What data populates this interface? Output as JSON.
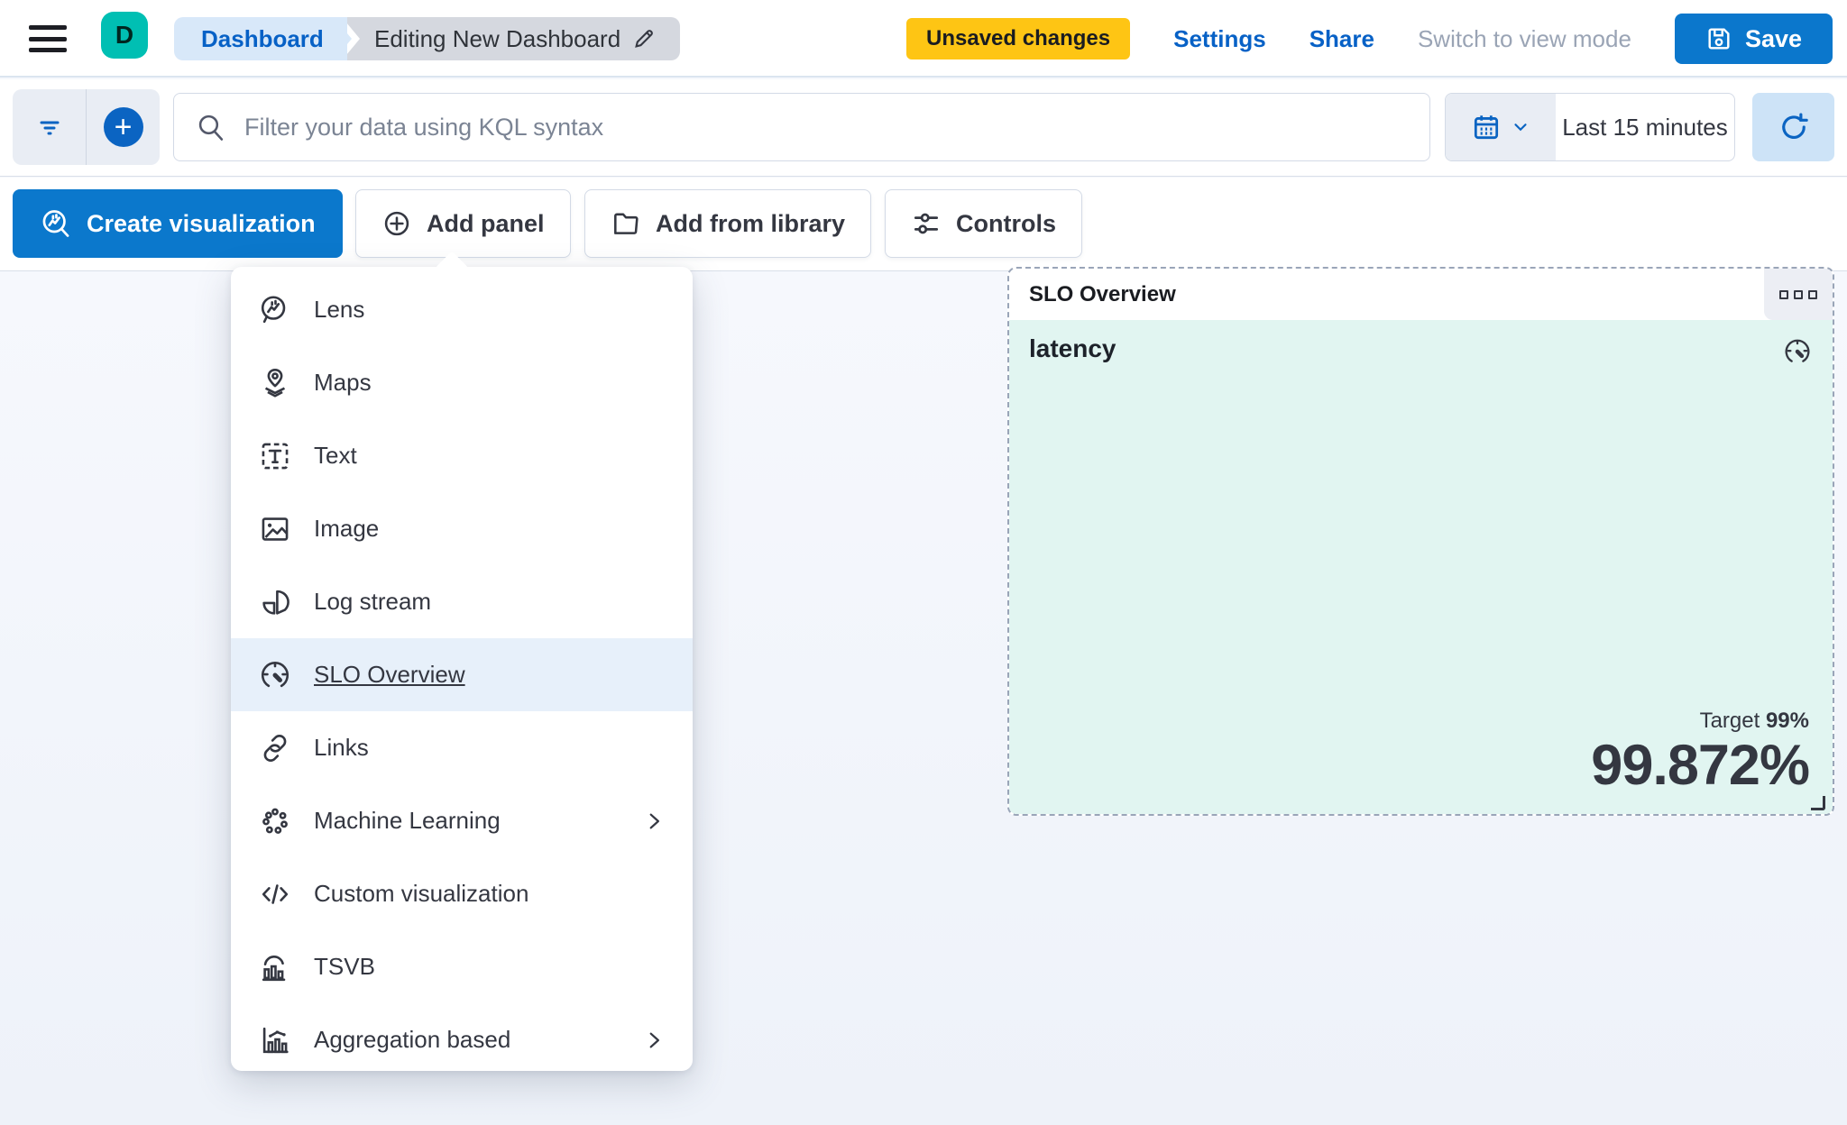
{
  "header": {
    "logo_letter": "D",
    "breadcrumbs": {
      "root": "Dashboard",
      "current": "Editing New Dashboard"
    },
    "unsaved_badge": "Unsaved changes",
    "settings_label": "Settings",
    "share_label": "Share",
    "switch_view_label": "Switch to view mode",
    "save_label": "Save"
  },
  "filter_bar": {
    "kql_placeholder": "Filter your data using KQL syntax",
    "time_range": "Last 15 minutes"
  },
  "toolbar": {
    "create_visualization": "Create visualization",
    "add_panel": "Add panel",
    "add_from_library": "Add from library",
    "controls": "Controls"
  },
  "add_panel_menu": {
    "items": [
      {
        "label": "Lens",
        "icon": "lens-icon",
        "selected": false,
        "has_submenu": false
      },
      {
        "label": "Maps",
        "icon": "maps-icon",
        "selected": false,
        "has_submenu": false
      },
      {
        "label": "Text",
        "icon": "text-icon",
        "selected": false,
        "has_submenu": false
      },
      {
        "label": "Image",
        "icon": "image-icon",
        "selected": false,
        "has_submenu": false
      },
      {
        "label": "Log stream",
        "icon": "log-stream-icon",
        "selected": false,
        "has_submenu": false
      },
      {
        "label": "SLO Overview",
        "icon": "gauge-icon",
        "selected": true,
        "has_submenu": false
      },
      {
        "label": "Links",
        "icon": "link-icon",
        "selected": false,
        "has_submenu": false
      },
      {
        "label": "Machine Learning",
        "icon": "machine-learning-icon",
        "selected": false,
        "has_submenu": true
      },
      {
        "label": "Custom visualization",
        "icon": "code-icon",
        "selected": false,
        "has_submenu": false
      },
      {
        "label": "TSVB",
        "icon": "tsvb-icon",
        "selected": false,
        "has_submenu": false
      },
      {
        "label": "Aggregation based",
        "icon": "aggregation-icon",
        "selected": false,
        "has_submenu": true
      }
    ]
  },
  "slo_panel": {
    "title": "SLO Overview",
    "slo_name": "latency",
    "target_label": "Target",
    "target_value": "99%",
    "sli_value": "99.872%"
  },
  "colors": {
    "primary_blue": "#0b77cc",
    "link_blue": "#0761c6",
    "unsaved_yellow": "#fec514",
    "logo_teal": "#00bfb3",
    "breadcrumb_blue_bg": "#d8e8f9",
    "breadcrumb_gray_bg": "#d5d8df",
    "menu_highlight": "#e7f0fa",
    "panel_mint": "#e1f5f1",
    "panel_dashed_border": "#9aa5b8",
    "text_dark": "#343741"
  }
}
